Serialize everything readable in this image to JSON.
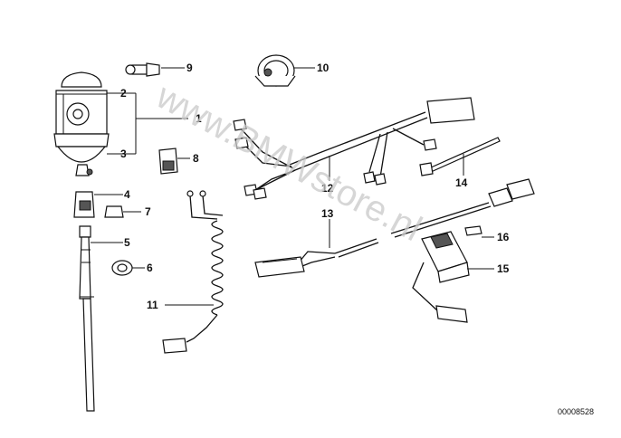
{
  "watermark": "www.BMWstore.nl",
  "diagram_code": "00008528",
  "callouts": [
    {
      "id": "1",
      "label": "1"
    },
    {
      "id": "2",
      "label": "2"
    },
    {
      "id": "3",
      "label": "3"
    },
    {
      "id": "4",
      "label": "4"
    },
    {
      "id": "5",
      "label": "5"
    },
    {
      "id": "6",
      "label": "6"
    },
    {
      "id": "7",
      "label": "7"
    },
    {
      "id": "8",
      "label": "8"
    },
    {
      "id": "9",
      "label": "9"
    },
    {
      "id": "10",
      "label": "10"
    },
    {
      "id": "11",
      "label": "11"
    },
    {
      "id": "12",
      "label": "12"
    },
    {
      "id": "13",
      "label": "13"
    },
    {
      "id": "14",
      "label": "14"
    },
    {
      "id": "15",
      "label": "15"
    },
    {
      "id": "16",
      "label": "16"
    }
  ]
}
